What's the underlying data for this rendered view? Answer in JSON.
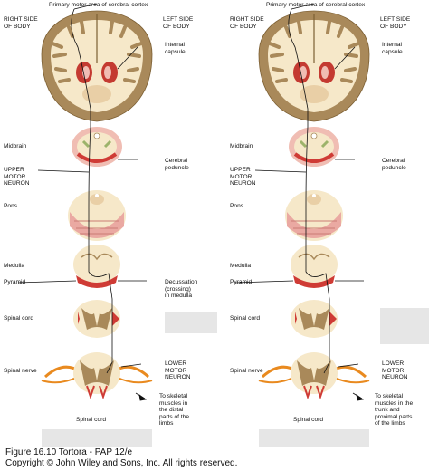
{
  "left_panel": {
    "top_title": "Primary motor area of cerebral cortex",
    "right_side": "RIGHT SIDE\nOF BODY",
    "left_side": "LEFT SIDE\nOF BODY",
    "internal_capsule": "Internal\ncapsule",
    "midbrain": "Midbrain",
    "cerebral_peduncle": "Cerebral\npeduncle",
    "upper_motor_neuron": "UPPER\nMOTOR\nNEURON",
    "pons": "Pons",
    "medulla": "Medulla",
    "pyramid": "Pyramid",
    "decussation": "Decussation\n(crossing)\nin medulla",
    "spinal_cord_upper": "Spinal cord",
    "spinal_nerve": "Spinal nerve",
    "lower_motor_neuron": "LOWER\nMOTOR\nNEURON",
    "to_muscles": "To skeletal\nmuscles in\nthe distal\nparts of the\nlimbs",
    "spinal_cord_lower": "Spinal cord"
  },
  "right_panel": {
    "top_title": "Primary motor area of cerebral cortex",
    "right_side": "RIGHT SIDE\nOF BODY",
    "left_side": "LEFT SIDE\nOF BODY",
    "internal_capsule": "Internal\ncapsule",
    "midbrain": "Midbrain",
    "cerebral_peduncle": "Cerebral\npeduncle",
    "upper_motor_neuron": "UPPER\nMOTOR\nNEURON",
    "pons": "Pons",
    "medulla": "Medulla",
    "pyramid": "Pyramid",
    "spinal_cord_upper": "Spinal cord",
    "spinal_nerve": "Spinal nerve",
    "lower_motor_neuron": "LOWER\nMOTOR\nNEURON",
    "to_muscles": "To skeletal\nmuscles in the\ntrunk and\nproximal parts\nof the limbs",
    "spinal_cord_lower": "Spinal cord"
  },
  "caption": {
    "line1": "Figure 16.10  Tortora - PAP 12/e",
    "line2": "Copyright © John Wiley and Sons, Inc. All rights reserved."
  },
  "colors": {
    "gray_matter": "#a9895a",
    "white_matter": "#f6e8c9",
    "tissue_pink": "#f0bdb3",
    "tissue_red": "#cf3b35",
    "nerve_orange": "#e98a1f",
    "tract_line": "#111111"
  }
}
